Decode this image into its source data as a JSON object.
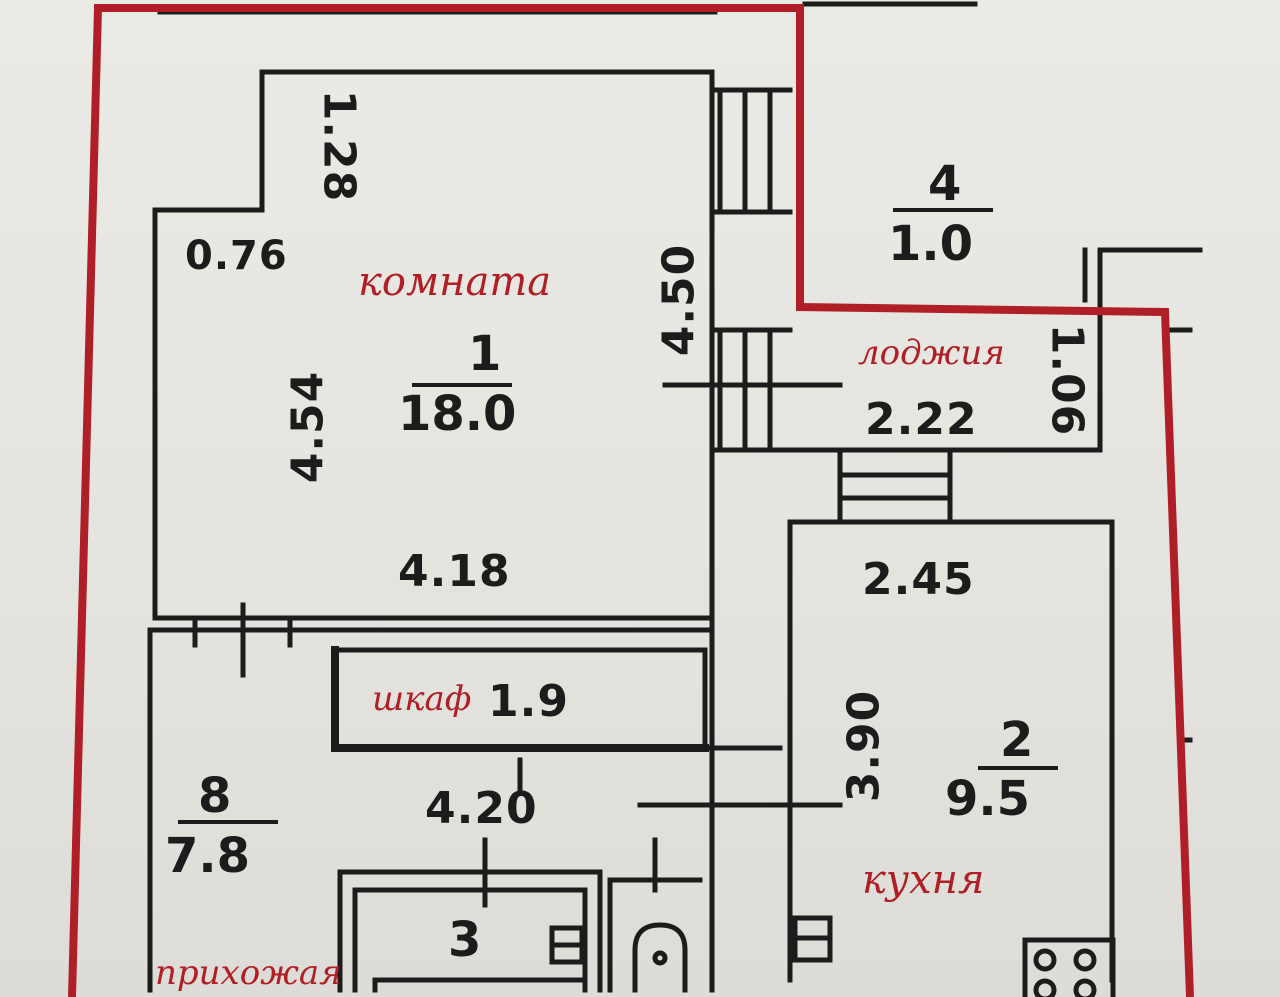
{
  "plan": {
    "rooms": {
      "room1": {
        "number": "1",
        "area": "18.0",
        "name": "комната"
      },
      "room2": {
        "number": "2",
        "area": "9.5",
        "name": "кухня"
      },
      "room3": {
        "number": "3"
      },
      "room4": {
        "number": "4",
        "area": "1.0",
        "name": "лоджия"
      },
      "room8": {
        "number": "8",
        "area": "7.8",
        "name": "прихожая"
      },
      "closet": {
        "name": "шкаф",
        "area": "1.9"
      }
    },
    "dimensions": {
      "d_128": "1.28",
      "d_076": "0.76",
      "d_450": "4.50",
      "d_454": "4.54",
      "d_418": "4.18",
      "d_222": "2.22",
      "d_106": "1.06",
      "d_245": "2.45",
      "d_390": "3.90",
      "d_420": "4.20"
    },
    "colors": {
      "outline": "#b01e26",
      "ink": "#1c1c1c"
    }
  }
}
